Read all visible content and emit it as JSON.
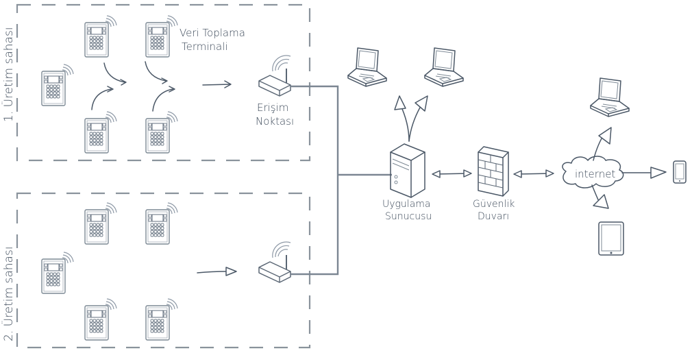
{
  "colors": {
    "ink": "#4a5766",
    "zone_border": "#8a939c",
    "wire": "#7b8692",
    "background": "#ffffff"
  },
  "zones": [
    {
      "label": "1. Üretim sahası"
    },
    {
      "label": "2. Üretim sahası"
    }
  ],
  "labels": {
    "terminal_line1": "Veri Toplama",
    "terminal_line2": "Terminali",
    "access_point_line1": "Erişim",
    "access_point_line2": "Noktası",
    "server_line1": "Uygulama",
    "server_line2": "Sunucusu",
    "firewall_line1": "Güvenlik",
    "firewall_line2": "Duvarı",
    "internet": "internet"
  },
  "icons": {
    "terminal": "data-terminal-icon",
    "access_point": "wireless-router-icon",
    "laptop": "laptop-icon",
    "server": "server-tower-icon",
    "firewall": "brick-firewall-icon",
    "cloud": "cloud-icon",
    "phone": "smartphone-icon",
    "tablet": "tablet-icon"
  }
}
